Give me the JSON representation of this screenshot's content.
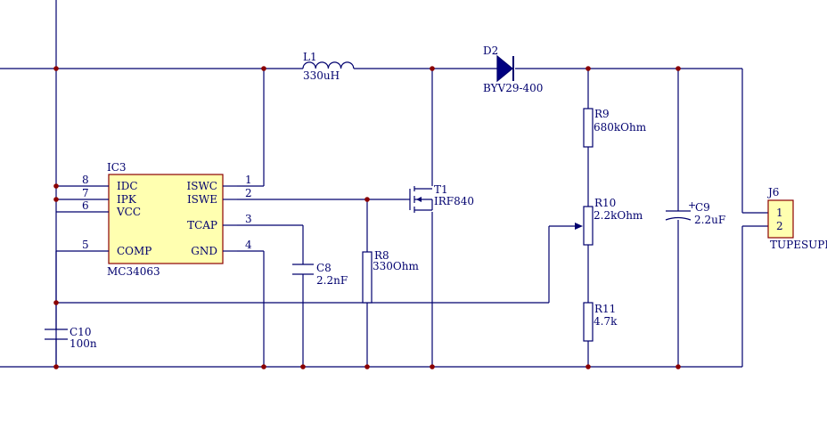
{
  "schematic": {
    "ic3": {
      "designator": "IC3",
      "part": "MC34063",
      "pins": [
        {
          "num": "8",
          "name": "IDC"
        },
        {
          "num": "7",
          "name": "IPK"
        },
        {
          "num": "6",
          "name": "VCC"
        },
        {
          "num": "5",
          "name": "COMP"
        },
        {
          "num": "1",
          "name": "ISWC"
        },
        {
          "num": "2",
          "name": "ISWE"
        },
        {
          "num": "3",
          "name": "TCAP"
        },
        {
          "num": "4",
          "name": "GND"
        }
      ]
    },
    "l1": {
      "designator": "L1",
      "value": "330uH"
    },
    "d2": {
      "designator": "D2",
      "value": "BYV29-400"
    },
    "t1": {
      "designator": "T1",
      "value": "IRF840"
    },
    "r8": {
      "designator": "R8",
      "value": "330Ohm"
    },
    "c8": {
      "designator": "C8",
      "value": "2.2nF"
    },
    "c10": {
      "designator": "C10",
      "value": "100n"
    },
    "r9": {
      "designator": "R9",
      "value": "680kOhm"
    },
    "r10": {
      "designator": "R10",
      "value": "2.2kOhm"
    },
    "r11": {
      "designator": "R11",
      "value": "4.7k"
    },
    "c9": {
      "designator": "C9",
      "value": "2.2uF",
      "polarity": "+"
    },
    "j6": {
      "designator": "J6",
      "value": "TUPESUPPLY",
      "pins": [
        "1",
        "2"
      ]
    }
  },
  "colors": {
    "wire": "#00006e",
    "junction": "#8b0000",
    "ic_fill": "#ffffb0",
    "ic_border": "#8b0000",
    "background": "#ffffff"
  }
}
